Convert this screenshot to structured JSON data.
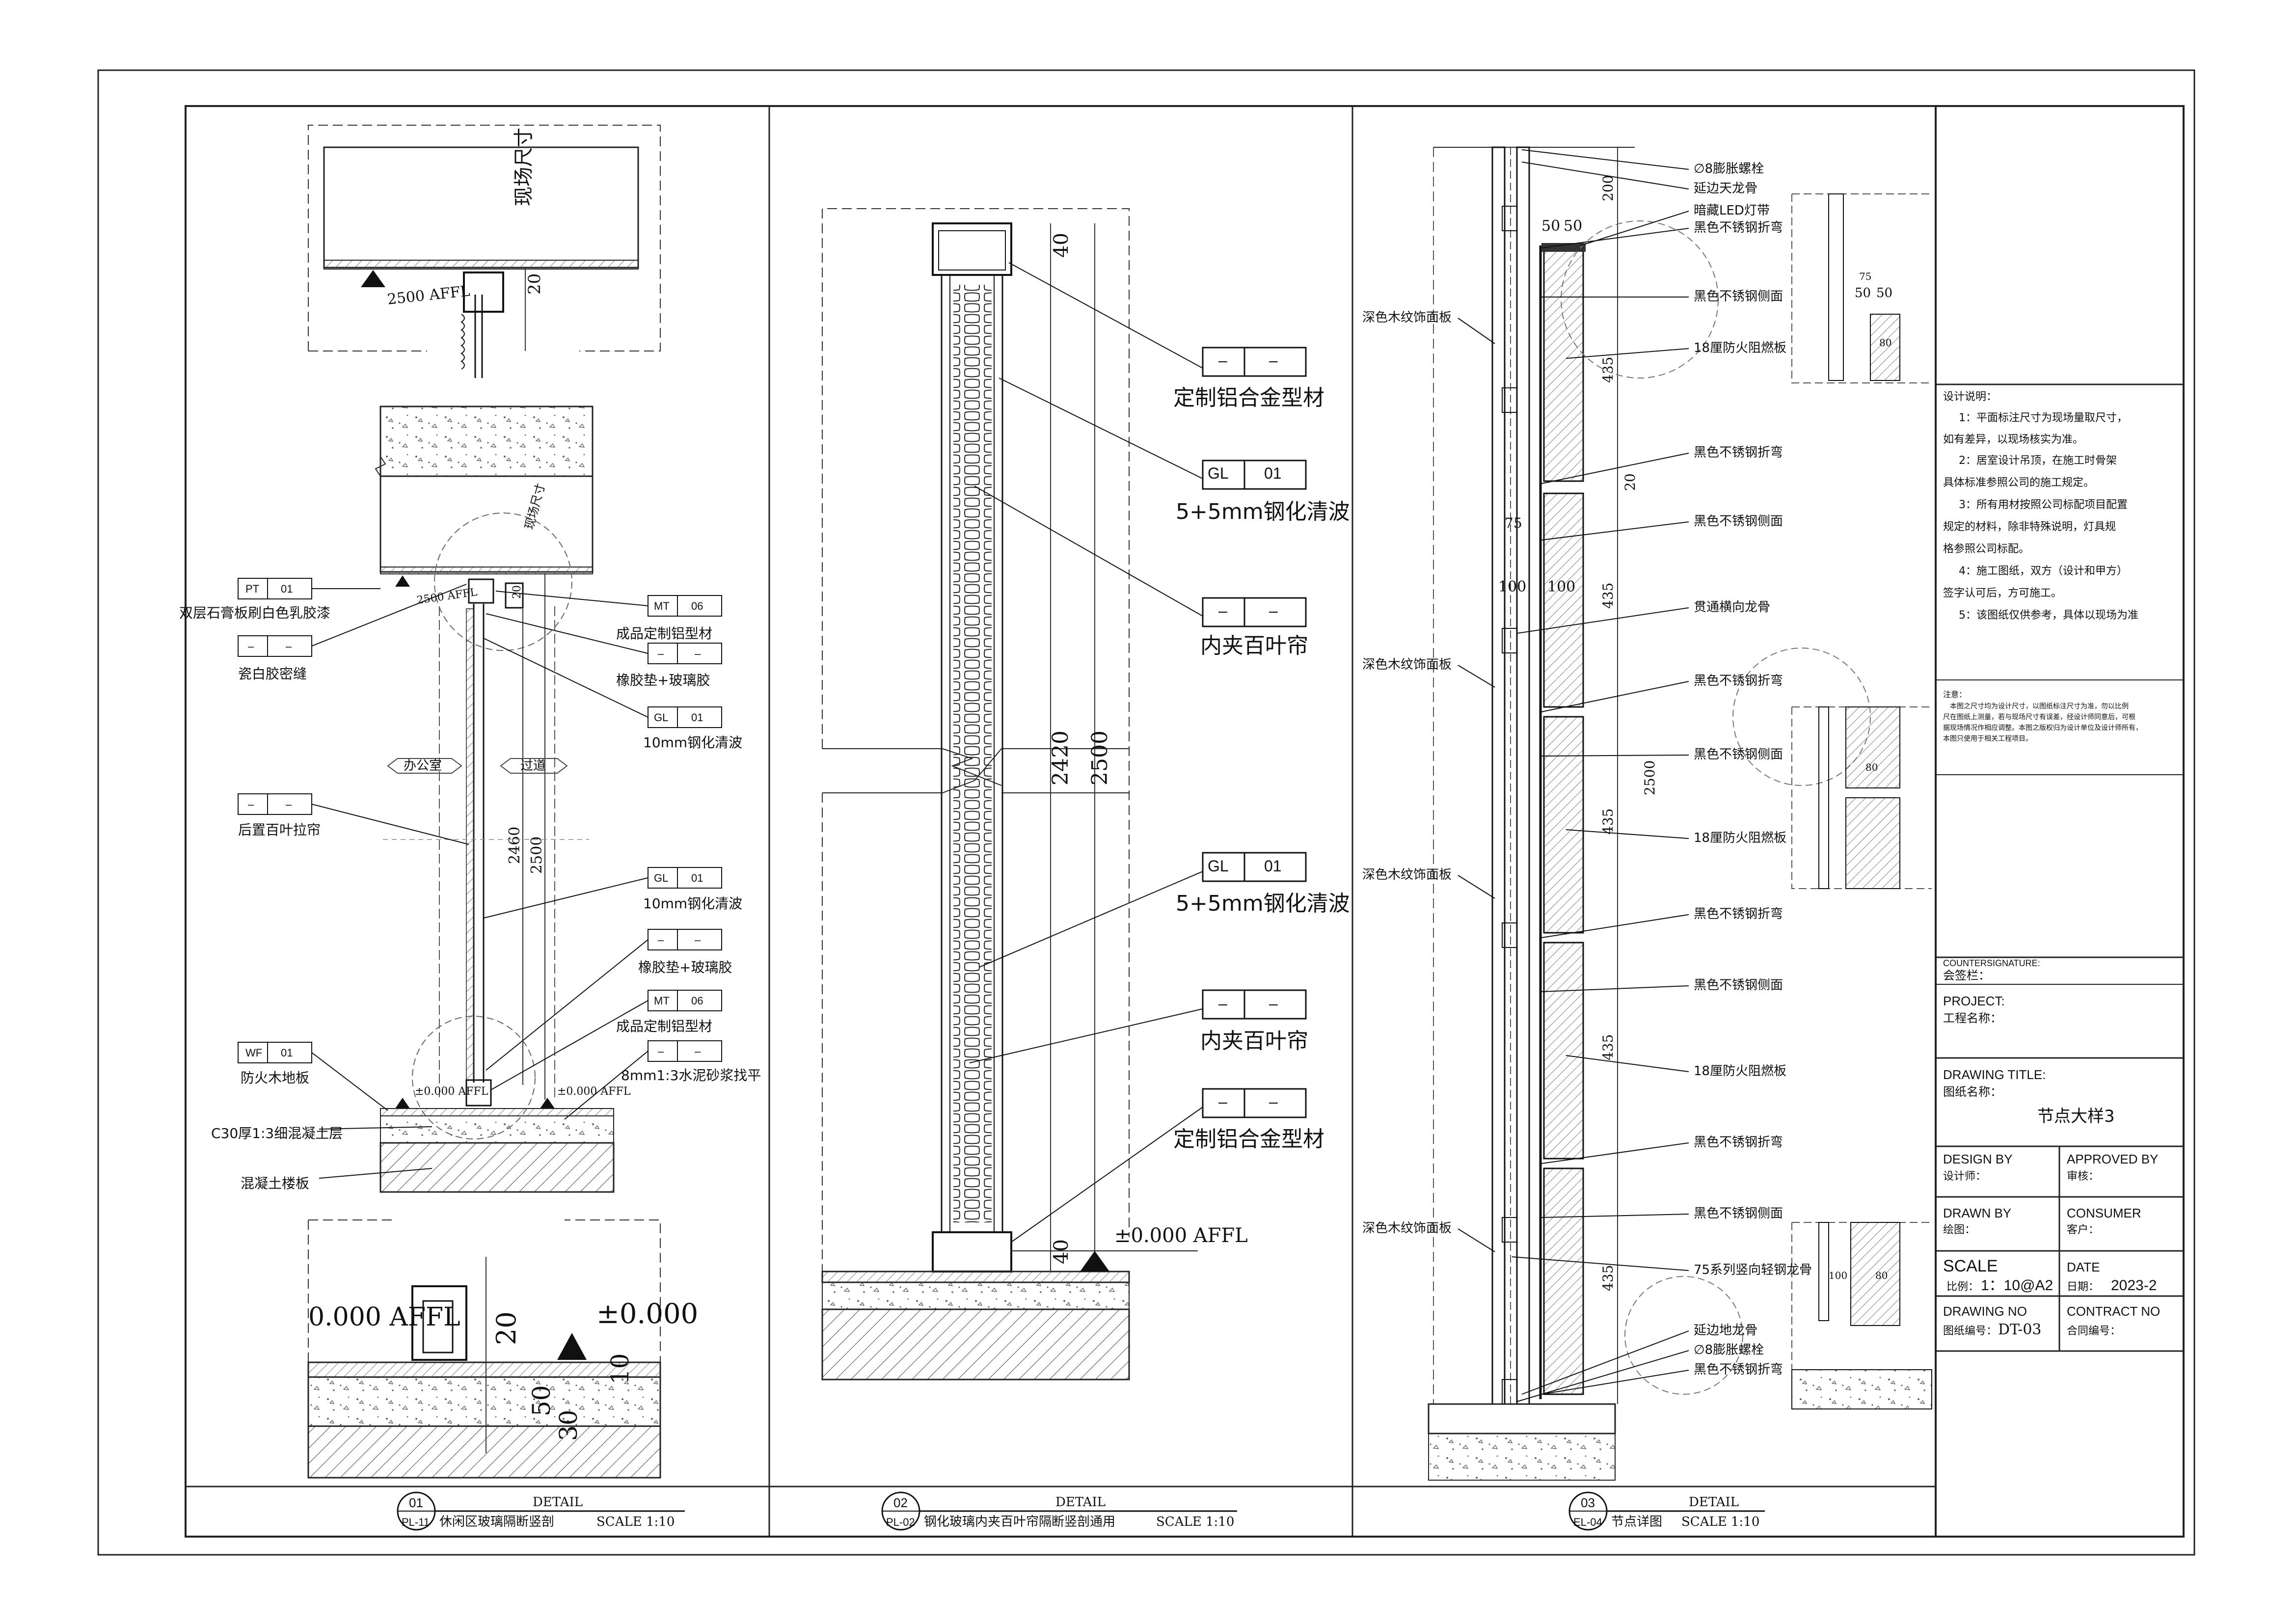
{
  "details": [
    {
      "num": "01",
      "ref": "PL-11",
      "label": "DETAIL",
      "title": "休闲区玻璃隔断竖剖",
      "scale": "SCALE 1:10"
    },
    {
      "num": "02",
      "ref": "PL-02",
      "label": "DETAIL",
      "title": "钢化玻璃内夹百叶帘隔断竖剖通用",
      "scale": "SCALE 1:10"
    },
    {
      "num": "03",
      "ref": "EL-04",
      "label": "DETAIL",
      "title": "节点详图",
      "scale": "SCALE 1:10"
    }
  ],
  "d1": {
    "site_dim": "现场尺寸",
    "site_dim2": "现场尺寸",
    "affl_top": "2500 AFFL",
    "affl_mid": "2500 AFFL",
    "zero1": "±0.000 AFFL",
    "zero2": "±0.000 AFFL",
    "dim_20a": "20",
    "dim_20b": "20",
    "dim_2460": "2460",
    "dim_2500": "2500",
    "room_left": "办公室",
    "room_right": "过道",
    "tags": [
      {
        "code": "PT",
        "num": "01",
        "desc": "双层石膏板刷白色乳胶漆"
      },
      {
        "code": "–",
        "num": "–",
        "desc": "瓷白胶密缝"
      },
      {
        "code": "MT",
        "num": "06",
        "desc": "成品定制铝型材"
      },
      {
        "code": "–",
        "num": "–",
        "desc": "橡胶垫+玻璃胶"
      },
      {
        "code": "GL",
        "num": "01",
        "desc": "10mm钢化清波"
      },
      {
        "code": "–",
        "num": "–",
        "desc": "后置百叶拉帘"
      },
      {
        "code": "GL",
        "num": "01",
        "desc": "10mm钢化清波"
      },
      {
        "code": "–",
        "num": "–",
        "desc": "橡胶垫+玻璃胶"
      },
      {
        "code": "MT",
        "num": "06",
        "desc": "成品定制铝型材"
      },
      {
        "code": "–",
        "num": "–",
        "desc": "8mm1:3水泥砂浆找平"
      },
      {
        "code": "WF",
        "num": "01",
        "desc": "防火木地板"
      },
      {
        "code": "",
        "num": "",
        "desc": "C30厚1:3细混凝土层"
      },
      {
        "code": "",
        "num": "",
        "desc": "混凝土楼板"
      }
    ],
    "zoom_zero_left": "0.000 AFFL",
    "zoom_zero_right": "±0.000",
    "zoom_20": "20",
    "zoom_50": "50",
    "zoom_30": "30",
    "zoom_10": "10"
  },
  "d2": {
    "tags": [
      {
        "code": "–",
        "num": "–",
        "desc": "定制铝合金型材"
      },
      {
        "code": "GL",
        "num": "01",
        "desc": "5+5mm钢化清波"
      },
      {
        "code": "–",
        "num": "–",
        "desc": "内夹百叶帘"
      },
      {
        "code": "GL",
        "num": "01",
        "desc": "5+5mm钢化清波"
      },
      {
        "code": "–",
        "num": "–",
        "desc": "内夹百叶帘"
      },
      {
        "code": "–",
        "num": "–",
        "desc": "定制铝合金型材"
      }
    ],
    "dim_40a": "40",
    "dim_40b": "40",
    "dim_2420": "2420",
    "dim_2500": "2500",
    "zero": "±0.000 AFFL"
  },
  "d3": {
    "right_labels": [
      "∅8膨胀螺栓",
      "延边天龙骨",
      "暗藏LED灯带",
      "黑色不锈钢折弯",
      "黑色不锈钢侧面",
      "18厘防火阻燃板",
      "黑色不锈钢折弯",
      "黑色不锈钢侧面",
      "贯通横向龙骨",
      "黑色不锈钢折弯",
      "黑色不锈钢侧面",
      "18厘防火阻燃板",
      "黑色不锈钢折弯",
      "黑色不锈钢侧面",
      "18厘防火阻燃板",
      "黑色不锈钢折弯",
      "黑色不锈钢侧面",
      "75系列竖向轻钢龙骨",
      "延边地龙骨",
      "∅8膨胀螺栓",
      "黑色不锈钢折弯"
    ],
    "left_labels": [
      "深色木纹饰面板",
      "深色木纹饰面板",
      "深色木纹饰面板",
      "深色木纹饰面板"
    ],
    "dim_200": "200",
    "dim_435": "435",
    "dim_2500": "2500",
    "dim_20": "20",
    "dim_50a": "50",
    "dim_50b": "50",
    "dim_75": "75",
    "dim_100a": "100",
    "dim_100b": "100",
    "det_75": "75",
    "det_50a": "50",
    "det_50b": "50",
    "det_80": "80",
    "det_100": "100"
  },
  "notes": {
    "title": "设计说明：",
    "lines": [
      "1：平面标注尺寸为现场量取尺寸，",
      "如有差异，以现场核实为准。",
      "2：居室设计吊顶，在施工时骨架",
      "具体标准参照公司的施工规定。",
      "3：所有用材按照公司标配项目配置",
      "规定的材料，除非特殊说明，灯具规",
      "格参照公司标配。",
      "4：施工图纸，双方（设计和甲方）",
      "签字认可后，方可施工。",
      "5：该图纸仅供参考，具体以现场为准"
    ],
    "remark_title": "注意：",
    "remark_lines": [
      "本图之尺寸均为设计尺寸，以图纸标注尺寸为准，勿以比例",
      "尺在图纸上测量，若与现场尺寸有误差，经设计师同意后，可根",
      "据现场情况作相应调整。本图之版权归为设计单位及设计师所有，",
      "本图只使用于相关工程项目。"
    ]
  },
  "titleblock": {
    "countersign_en": "COUNTERSIGNATURE:",
    "countersign_cn": "会签栏：",
    "project_en": "PROJECT:",
    "project_cn": "工程名称：",
    "drawing_title_en": "DRAWING TITLE:",
    "drawing_title_cn": "图纸名称：",
    "drawing_title_value": "节点大样3",
    "design_by_en": "DESIGN BY",
    "design_by_cn": "设计师：",
    "approved_by_en": "APPROVED BY",
    "approved_by_cn": "审核：",
    "drawn_by_en": "DRAWN BY",
    "drawn_by_cn": "绘图：",
    "consumer_en": "CONSUMER",
    "consumer_cn": "客户：",
    "scale_en": "SCALE",
    "scale_cn": "比例：",
    "scale_value": "1：10@A2",
    "date_en": "DATE",
    "date_cn": "日期：",
    "date_value": "2023-2",
    "drawing_no_en": "DRAWING NO",
    "drawing_no_cn": "图纸编号：",
    "drawing_no_value": "DT-03",
    "contract_en": "CONTRACT NO",
    "contract_cn": "合同编号："
  }
}
